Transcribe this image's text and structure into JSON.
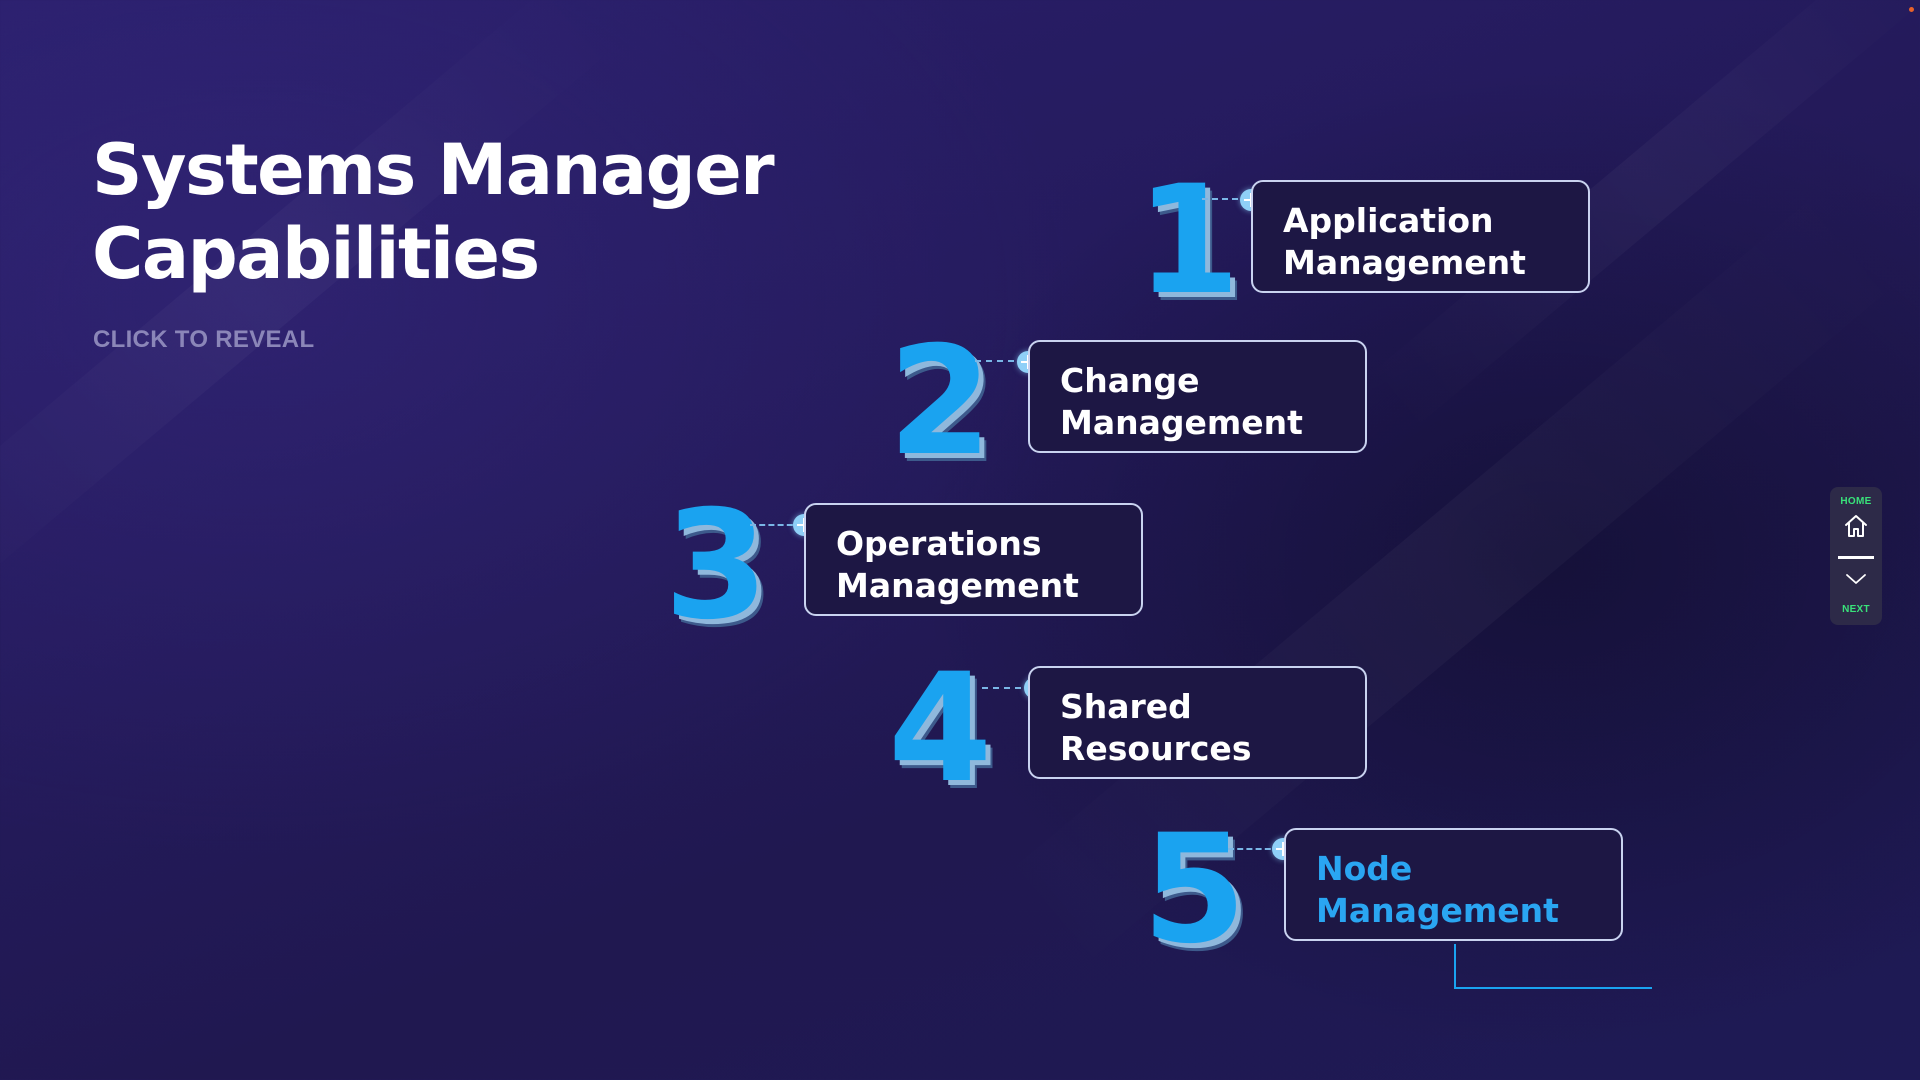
{
  "slide": {
    "title_line1": "Systems Manager",
    "title_line2": "Capabilities",
    "instruction": "CLICK TO REVEAL"
  },
  "steps": [
    {
      "number": "1",
      "line1": "Application",
      "line2": "Management",
      "active": false
    },
    {
      "number": "2",
      "line1": "Change",
      "line2": "Management",
      "active": false
    },
    {
      "number": "3",
      "line1": "Operations",
      "line2": "Management",
      "active": false
    },
    {
      "number": "4",
      "line1": "Shared",
      "line2": "Resources",
      "active": false
    },
    {
      "number": "5",
      "line1": "Node",
      "line2": "Management",
      "active": true
    }
  ],
  "nav": {
    "home_label": "HOME",
    "next_label": "NEXT",
    "home_icon": "home-icon",
    "next_icon": "chevron-down-icon"
  },
  "colors": {
    "accent": "#1aa3f0",
    "nav_label": "#39e27a",
    "instruction": "#8b86b8",
    "card_border": "#c9d3f0"
  }
}
